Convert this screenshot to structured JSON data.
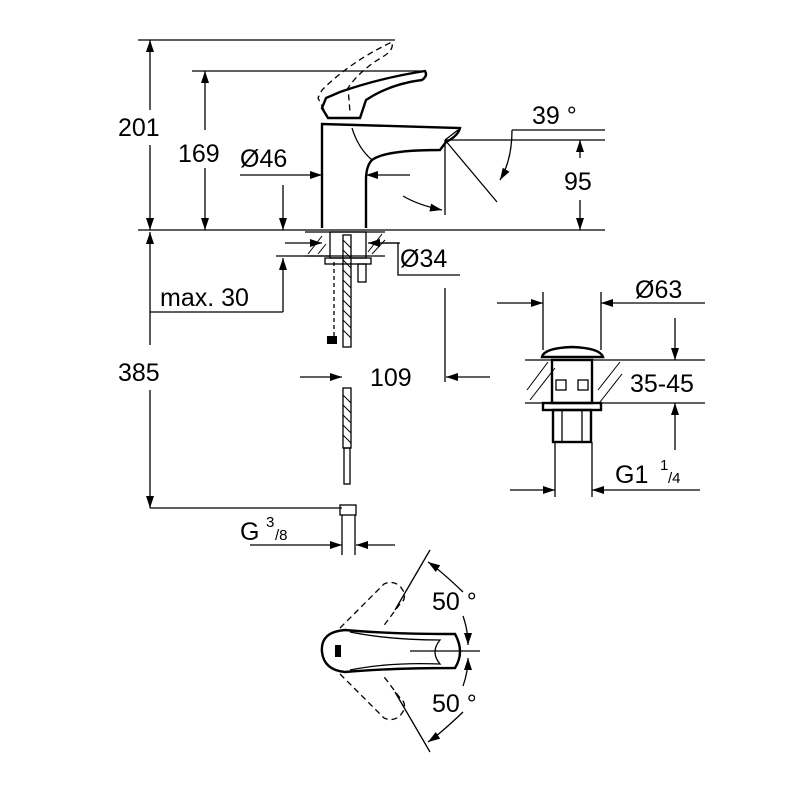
{
  "dimensions": {
    "total_height": "201",
    "handle_height": "169",
    "body_diameter": "Ø46",
    "spout_angle": "39 °",
    "spout_height": "95",
    "shank_diameter": "Ø34",
    "max_thickness": "max. 30",
    "hose_length": "385",
    "spout_reach": "109",
    "hose_thread_main": "G",
    "hose_thread_num": "3",
    "hose_thread_den": "/8",
    "waste_diameter": "Ø63",
    "waste_thickness": "35-45",
    "waste_thread_main": "G1",
    "waste_thread_num": "1",
    "waste_thread_den": "/4",
    "rotation_left": "50 °",
    "rotation_right": "50 °"
  }
}
